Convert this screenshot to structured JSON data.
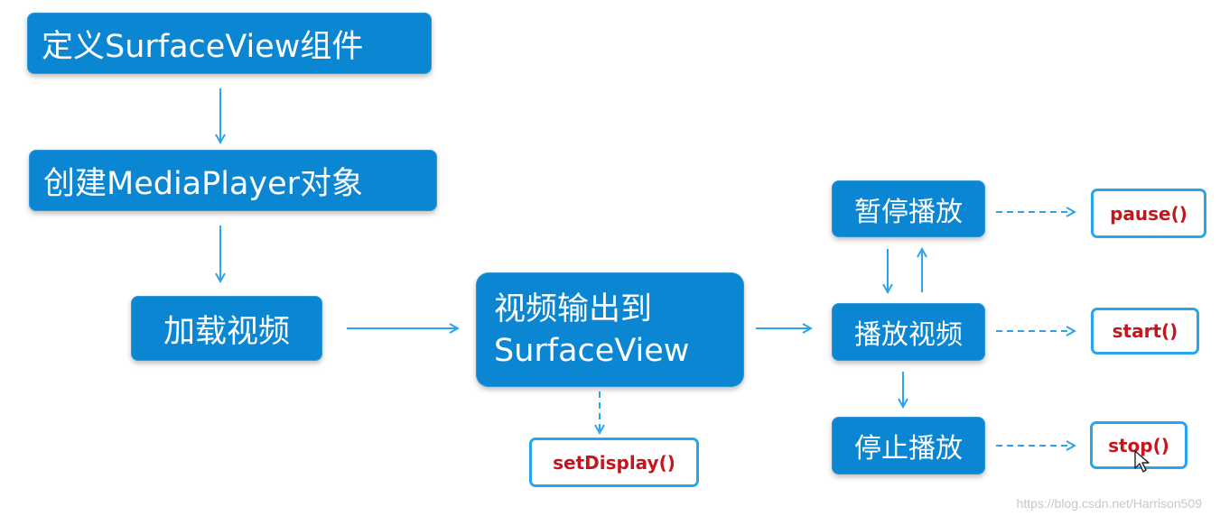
{
  "diagram": {
    "nodes": {
      "define_surfaceview": "定义SurfaceView组件",
      "create_mediaplayer": "创建MediaPlayer对象",
      "load_video": "加载视频",
      "output_line1": "视频输出到",
      "output_line2": "SurfaceView",
      "pause": "暂停播放",
      "play": "播放视频",
      "stop": "停止播放"
    },
    "methods": {
      "set_display": "setDisplay()",
      "pause": "pause()",
      "start": "start()",
      "stop": "stop()"
    },
    "colors": {
      "box": "#0a86d3",
      "arrow": "#2aa4ec",
      "method_text": "#c4161c"
    }
  },
  "watermark": "https://blog.csdn.net/Harrison509"
}
